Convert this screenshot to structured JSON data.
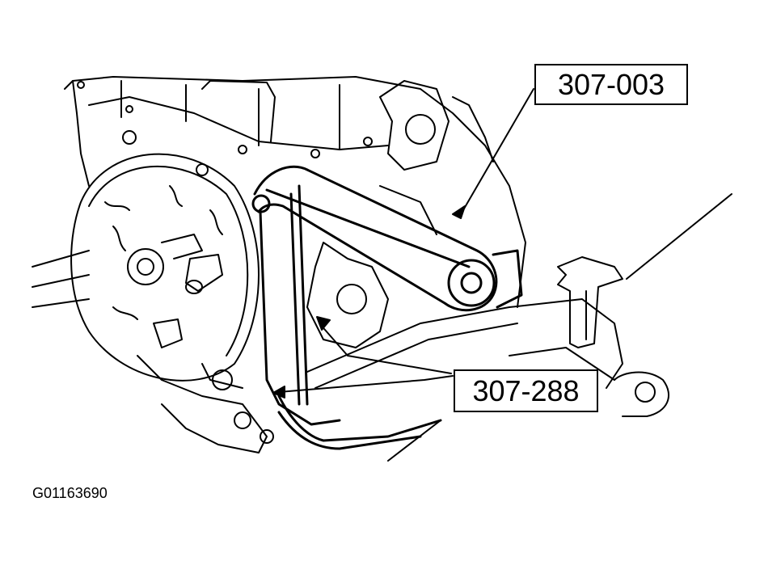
{
  "callouts": {
    "tool_a": "307-003",
    "tool_b": "307-288"
  },
  "figure_id": "G01163690",
  "colors": {
    "line": "#000000",
    "background": "#ffffff"
  }
}
